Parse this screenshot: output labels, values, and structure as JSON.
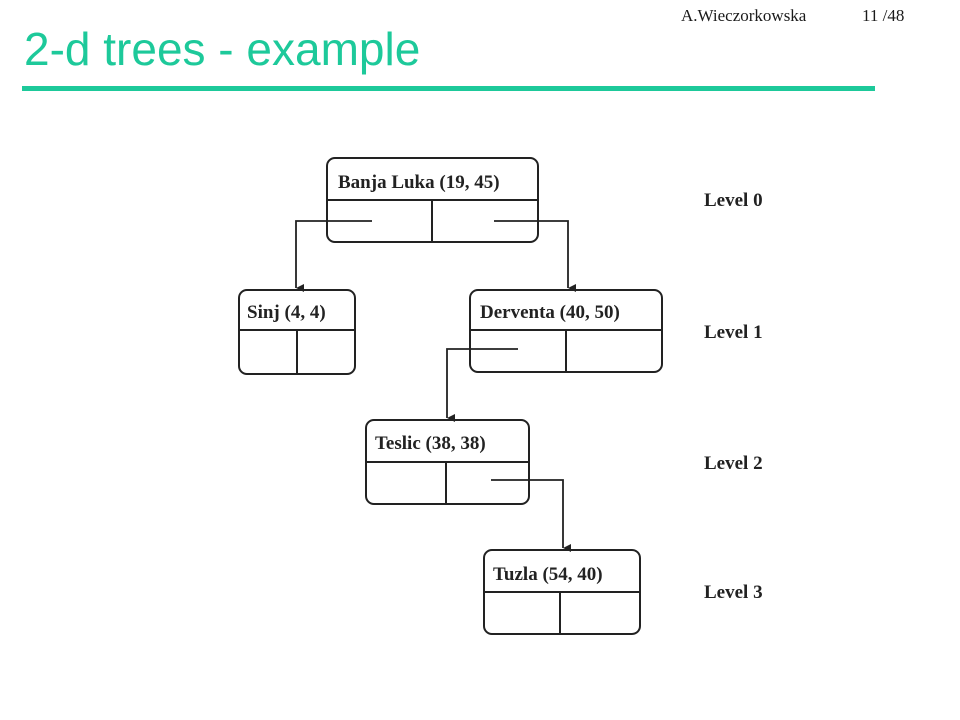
{
  "header": {
    "author": "A.Wieczorkowska",
    "page": "11 /48"
  },
  "slide": {
    "title": "2-d trees - example"
  },
  "diagram": {
    "nodes": [
      {
        "id": "banja-luka",
        "label": "Banja Luka (19, 45)"
      },
      {
        "id": "sinj",
        "label": "Sinj (4, 4)"
      },
      {
        "id": "derventa",
        "label": "Derventa (40, 50)"
      },
      {
        "id": "teslic",
        "label": "Teslic (38, 38)"
      },
      {
        "id": "tuzla",
        "label": "Tuzla (54, 40)"
      }
    ],
    "levels": [
      "Level 0",
      "Level 1",
      "Level 2",
      "Level 3"
    ],
    "edges": [
      {
        "from": "banja-luka",
        "to": "sinj",
        "branch": "left"
      },
      {
        "from": "banja-luka",
        "to": "derventa",
        "branch": "right"
      },
      {
        "from": "derventa",
        "to": "teslic",
        "branch": "left"
      },
      {
        "from": "teslic",
        "to": "tuzla",
        "branch": "right"
      }
    ]
  }
}
